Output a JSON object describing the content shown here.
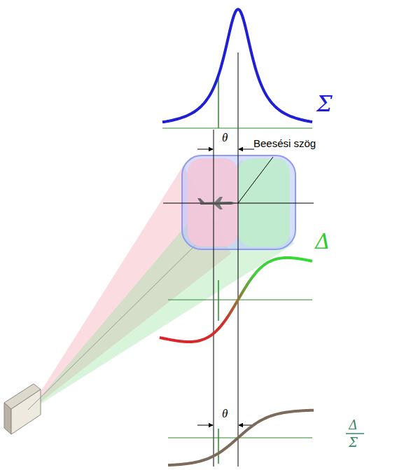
{
  "diagram": {
    "labels": [
      "Σ",
      "θ",
      "Beesési szög",
      "Δ",
      "θ",
      "Δ",
      "Σ"
    ]
  }
}
